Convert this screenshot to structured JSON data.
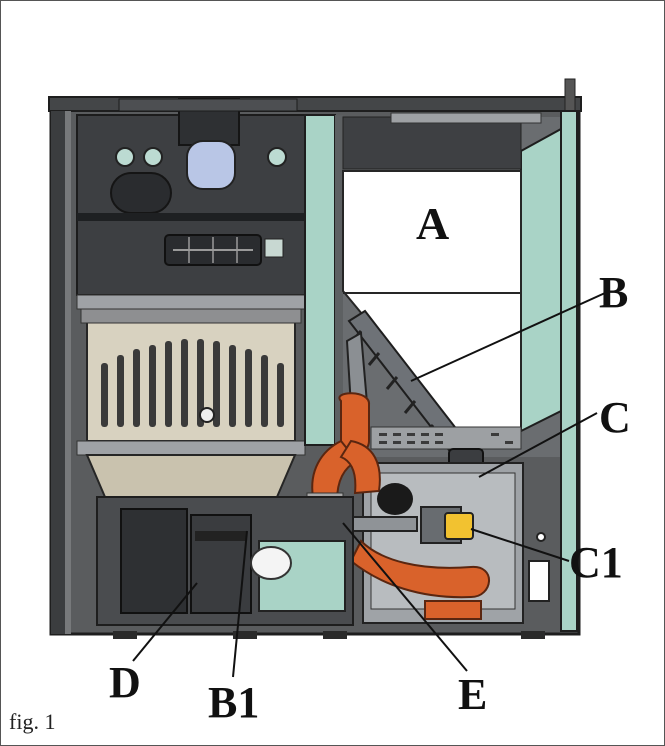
{
  "labels": {
    "A": "A",
    "B": "B",
    "C": "C",
    "C1": "C1",
    "D": "D",
    "B1": "B1",
    "E": "E"
  },
  "caption": "fig. 1",
  "colors": {
    "cabinet_outline": "#2a2a2a",
    "firebox_dark": "#3d3f42",
    "firebox_beige": "#d8d2c0",
    "hopper_panel": "#a9d3c6",
    "hopper_white": "#ffffff",
    "duct_orange": "#d9622b",
    "motor_yellow": "#f2c230",
    "auger_gray": "#6e7277"
  }
}
